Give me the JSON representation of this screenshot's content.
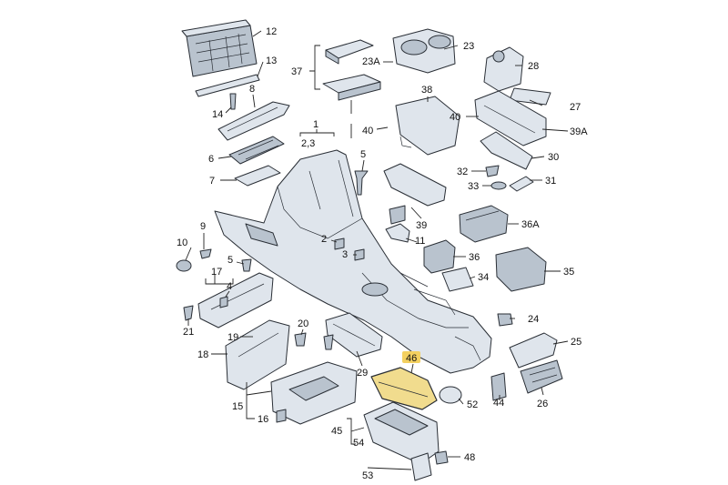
{
  "diagram": {
    "highlight_color": "#f3d060",
    "part_fill": "#dfe5ec",
    "callouts": [
      {
        "id": "12",
        "label": "12"
      },
      {
        "id": "13",
        "label": "13"
      },
      {
        "id": "14",
        "label": "14"
      },
      {
        "id": "8",
        "label": "8"
      },
      {
        "id": "37",
        "label": "37"
      },
      {
        "id": "23a",
        "label": "23A"
      },
      {
        "id": "23",
        "label": "23"
      },
      {
        "id": "28",
        "label": "28"
      },
      {
        "id": "1",
        "label": "1"
      },
      {
        "id": "2_3",
        "label": "2,3"
      },
      {
        "id": "6",
        "label": "6"
      },
      {
        "id": "7",
        "label": "7"
      },
      {
        "id": "40a",
        "label": "40"
      },
      {
        "id": "38",
        "label": "38"
      },
      {
        "id": "40b",
        "label": "40"
      },
      {
        "id": "27",
        "label": "27"
      },
      {
        "id": "39a",
        "label": "39A"
      },
      {
        "id": "30",
        "label": "30"
      },
      {
        "id": "5a",
        "label": "5"
      },
      {
        "id": "32",
        "label": "32"
      },
      {
        "id": "33",
        "label": "33"
      },
      {
        "id": "31",
        "label": "31"
      },
      {
        "id": "9",
        "label": "9"
      },
      {
        "id": "10",
        "label": "10"
      },
      {
        "id": "39",
        "label": "39"
      },
      {
        "id": "36a",
        "label": "36A"
      },
      {
        "id": "2",
        "label": "2"
      },
      {
        "id": "11",
        "label": "11"
      },
      {
        "id": "3",
        "label": "3"
      },
      {
        "id": "36",
        "label": "36"
      },
      {
        "id": "5b",
        "label": "5"
      },
      {
        "id": "17",
        "label": "17"
      },
      {
        "id": "4",
        "label": "4"
      },
      {
        "id": "34",
        "label": "34"
      },
      {
        "id": "35",
        "label": "35"
      },
      {
        "id": "21",
        "label": "21"
      },
      {
        "id": "20",
        "label": "20"
      },
      {
        "id": "24",
        "label": "24"
      },
      {
        "id": "19",
        "label": "19"
      },
      {
        "id": "25",
        "label": "25"
      },
      {
        "id": "18",
        "label": "18"
      },
      {
        "id": "46",
        "label": "46",
        "highlighted": true
      },
      {
        "id": "29",
        "label": "29"
      },
      {
        "id": "26",
        "label": "26"
      },
      {
        "id": "15",
        "label": "15"
      },
      {
        "id": "52",
        "label": "52"
      },
      {
        "id": "44",
        "label": "44"
      },
      {
        "id": "16",
        "label": "16"
      },
      {
        "id": "45",
        "label": "45"
      },
      {
        "id": "54",
        "label": "54"
      },
      {
        "id": "48",
        "label": "48"
      },
      {
        "id": "53",
        "label": "53"
      }
    ]
  }
}
